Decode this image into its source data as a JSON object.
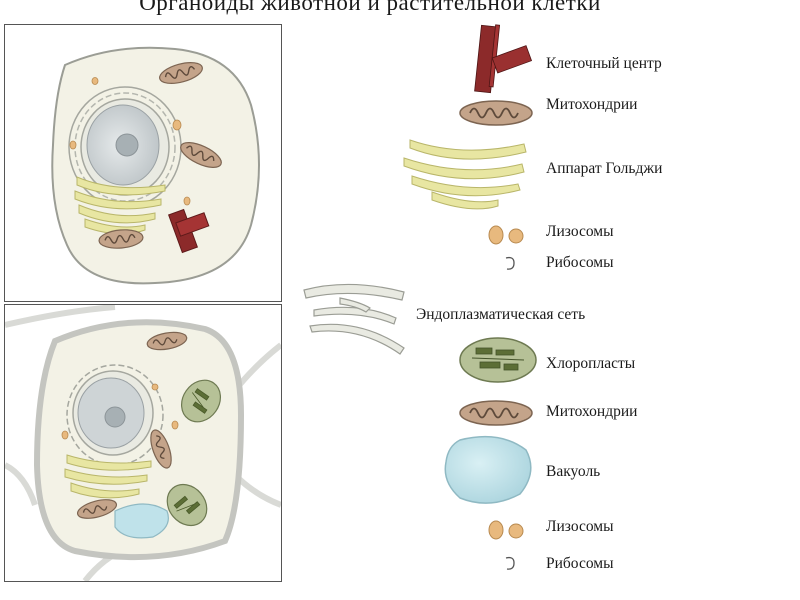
{
  "title": "Органоиды животной и растительной клетки",
  "animal_legend": [
    {
      "label": "Клеточный центр",
      "icon": "centrosome-icon"
    },
    {
      "label": "Митохондрии",
      "icon": "mitochondrion-icon"
    },
    {
      "label": "Аппарат Гольджи",
      "icon": "golgi-icon"
    },
    {
      "label": "Лизосомы",
      "icon": "lysosome-icon"
    },
    {
      "label": "Рибосомы",
      "icon": "ribosome-icon"
    }
  ],
  "shared_legend": [
    {
      "label": "Эндоплазматическая сеть",
      "icon": "er-icon"
    }
  ],
  "plant_legend": [
    {
      "label": "Хлоропласты",
      "icon": "chloroplast-icon"
    },
    {
      "label": "Митохондрии",
      "icon": "mitochondrion-icon"
    },
    {
      "label": "Вакуоль",
      "icon": "vacuole-icon"
    },
    {
      "label": "Лизосомы",
      "icon": "lysosome-icon"
    },
    {
      "label": "Рибосомы",
      "icon": "ribosome-icon"
    }
  ],
  "colors": {
    "cytoplasm": "#f3f2e6",
    "membrane": "#9b9d95",
    "golgi": "#e8e6a2",
    "golgi_stroke": "#b9b66a",
    "centrosome": "#8c2a2a",
    "mitochondrion": "#c4a48a",
    "lysosome": "#e8b97e",
    "chloroplast": "#aab88a",
    "vacuole": "#bfe2ea",
    "nucleus": "#c9cfd1",
    "cell_wall": "#d9dad6"
  }
}
